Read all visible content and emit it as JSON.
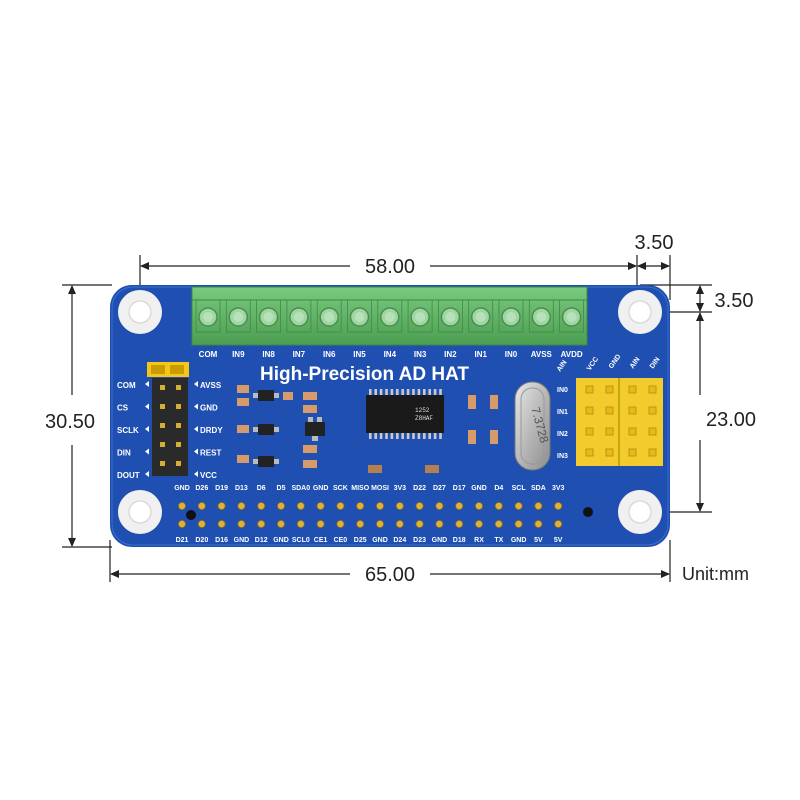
{
  "dimensions": {
    "width_total": "65.00",
    "width_holes": "58.00",
    "height_total": "30.50",
    "height_holes": "23.00",
    "hole_offset_x": "3.50",
    "hole_offset_y": "3.50",
    "unit": "Unit:mm"
  },
  "board": {
    "title": "High-Precision AD HAT",
    "colors": {
      "pcb": "#1f4fb0",
      "terminal": "#5fb566",
      "header_yellow": "#f2cc2c",
      "jumper": "#f5c518"
    },
    "terminal_labels": [
      "COM",
      "IN9",
      "IN8",
      "IN7",
      "IN6",
      "IN5",
      "IN4",
      "IN3",
      "IN2",
      "IN1",
      "IN0",
      "AVSS",
      "AVDD"
    ],
    "left_labels_outer": [
      "COM",
      "CS",
      "SCLK",
      "DIN",
      "DOUT"
    ],
    "left_labels_inner": [
      "AVSS",
      "GND",
      "DRDY",
      "REST",
      "VCC"
    ],
    "ain_header": {
      "column_labels": [
        "AIN",
        "VCC",
        "GND",
        "AIN",
        "DIN"
      ],
      "row_labels": [
        "IN0",
        "IN1",
        "IN2",
        "IN3"
      ]
    },
    "gpio_top_labels": [
      "GND",
      "D26",
      "D19",
      "D13",
      "D6",
      "D5",
      "SDA0",
      "GND",
      "SCK",
      "MISO",
      "MOSI",
      "3V3",
      "D22",
      "D27",
      "D17",
      "GND",
      "D4",
      "SCL",
      "SDA",
      "3V3"
    ],
    "gpio_bottom_labels": [
      "D21",
      "D20",
      "D16",
      "GND",
      "D12",
      "GND",
      "SCL0",
      "CE1",
      "CE0",
      "D25",
      "GND",
      "D24",
      "D23",
      "GND",
      "D18",
      "RX",
      "TX",
      "GND",
      "5V",
      "5V"
    ],
    "crystal_text": "7.3728"
  }
}
